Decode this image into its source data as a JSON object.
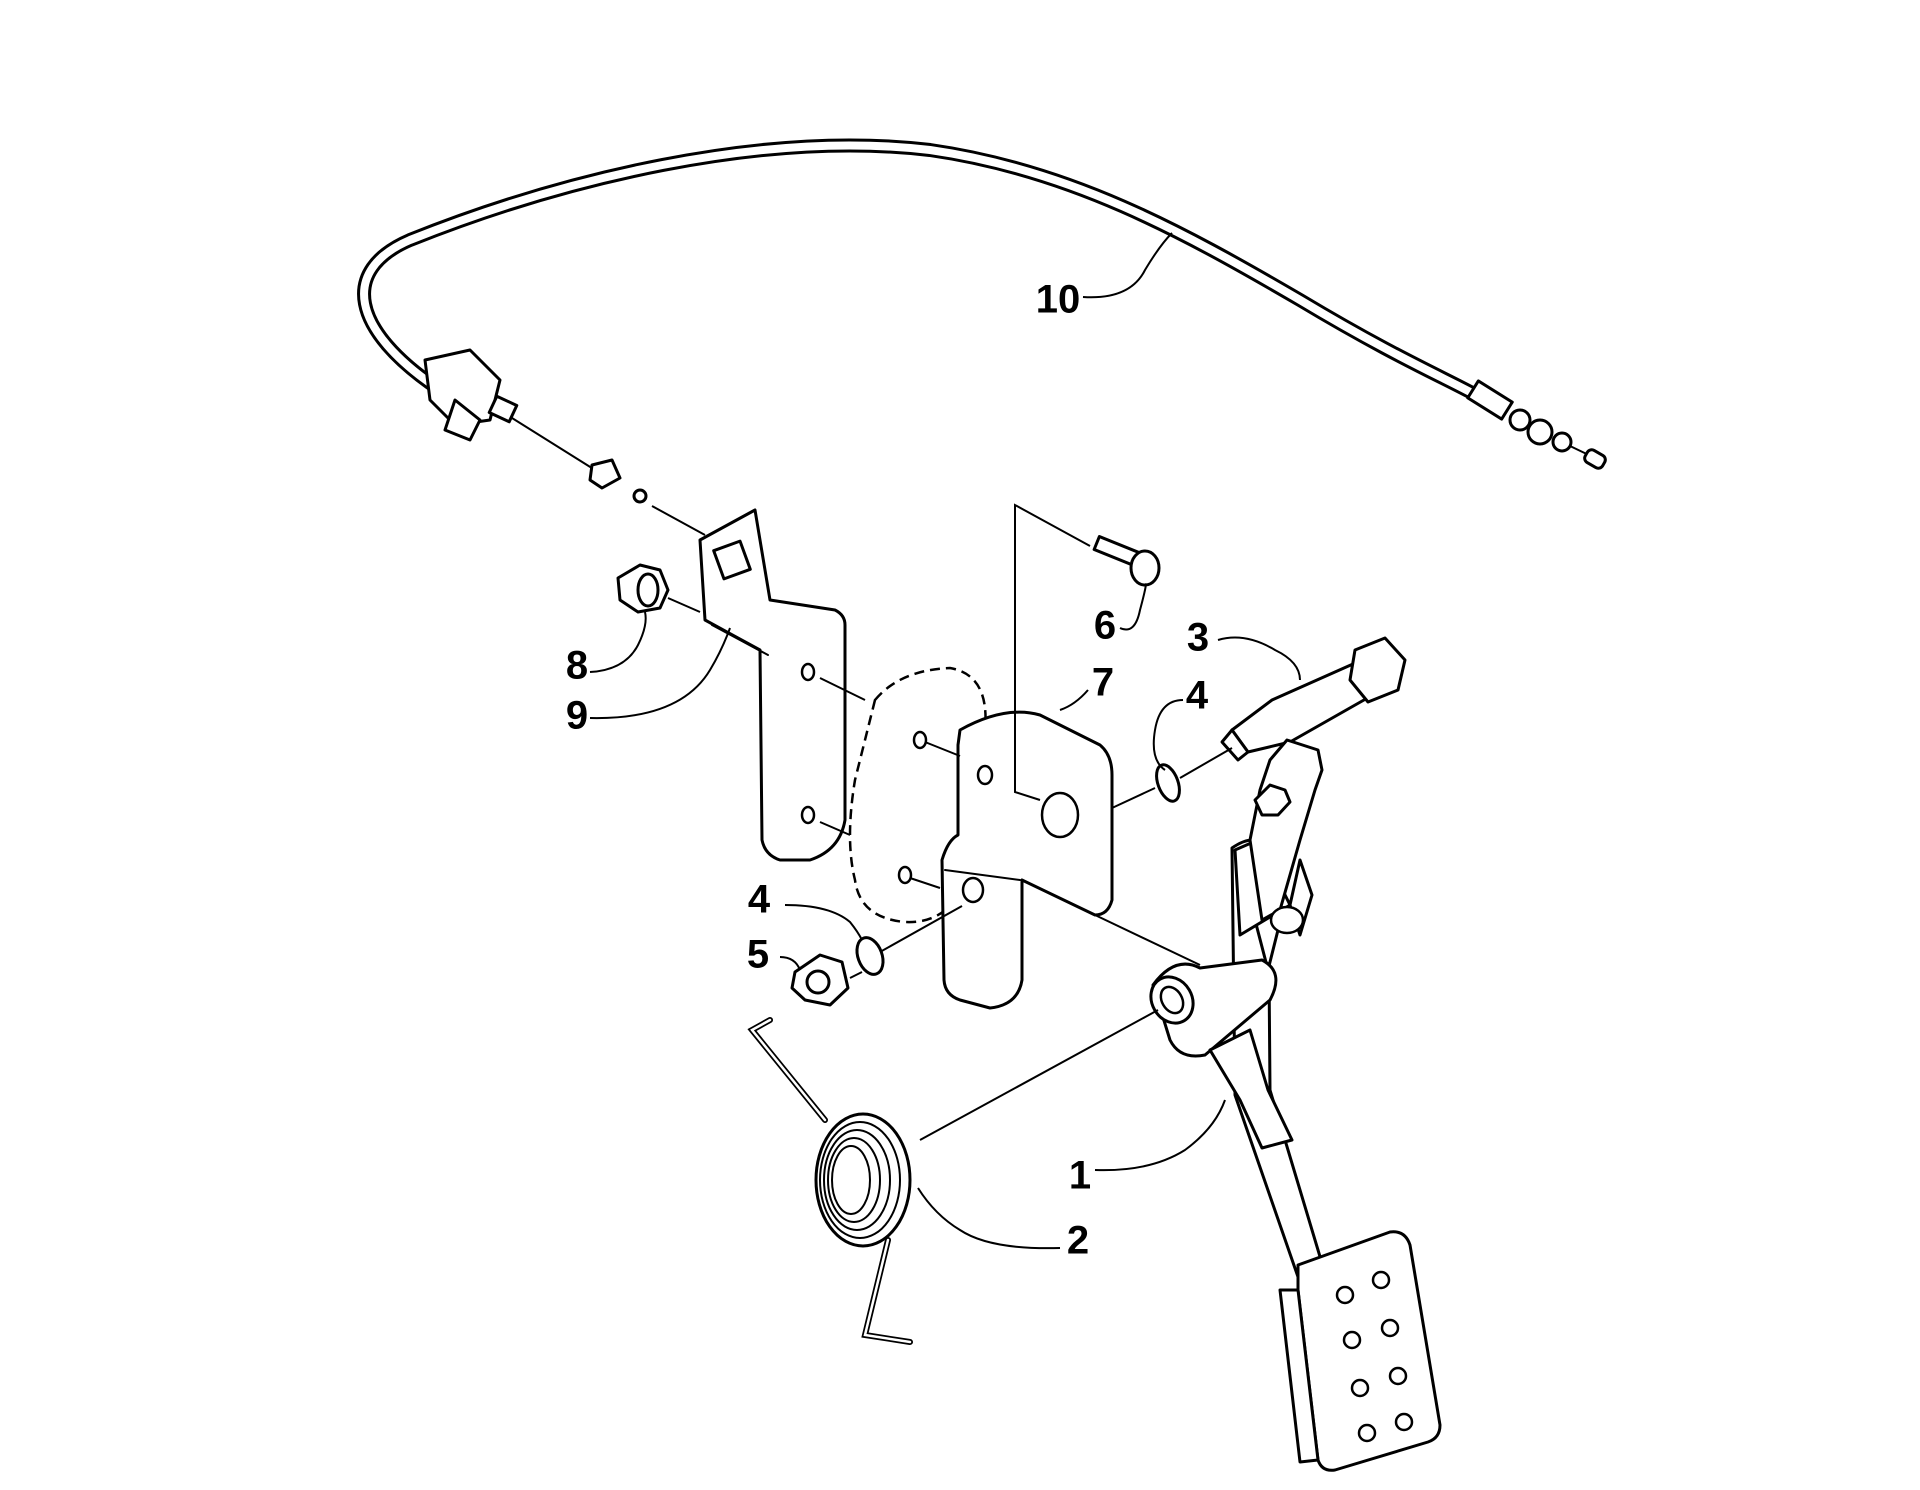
{
  "diagram": {
    "callouts": {
      "c1": "1",
      "c2": "2",
      "c3": "3",
      "c4a": "4",
      "c4b": "4",
      "c5": "5",
      "c6": "6",
      "c7": "7",
      "c8": "8",
      "c9": "9",
      "c10": "10"
    },
    "colors": {
      "line": "#000000",
      "background": "#ffffff"
    }
  }
}
